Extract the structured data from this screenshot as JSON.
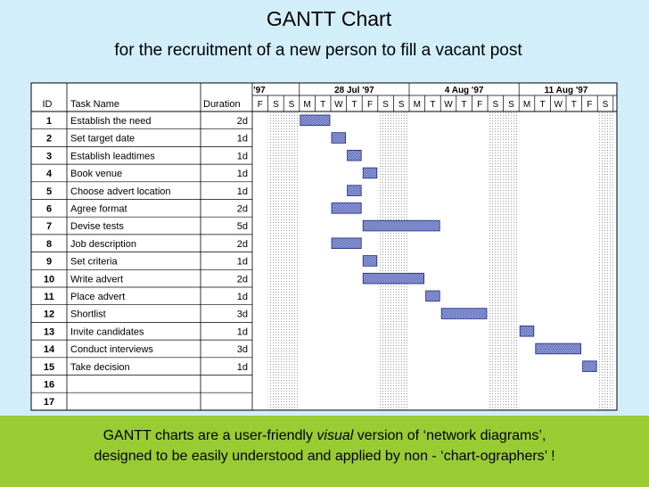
{
  "title": "GANTT Chart",
  "subtitle": "for the recruitment of a new person to fill a vacant post",
  "footer": {
    "line1_pre": "GANTT charts are a user-friendly ",
    "line1_em": "visual",
    "line1_post": " version of ‘network diagrams’,",
    "line2": "designed to be easily understood and applied by non - ‘chart-ographers’ !"
  },
  "chart_data": {
    "type": "table",
    "columns": [
      "ID",
      "Task Name",
      "Duration"
    ],
    "weeks": [
      "'97",
      "28 Jul '97",
      "4 Aug '97",
      "11 Aug '97"
    ],
    "day_labels": [
      "F",
      "S",
      "S",
      "M",
      "T",
      "W",
      "T",
      "F",
      "S",
      "S",
      "M",
      "T",
      "W",
      "T",
      "F",
      "S",
      "S",
      "M",
      "T",
      "W",
      "T",
      "F",
      "S"
    ],
    "tasks": [
      {
        "id": "1",
        "name": "Establish the need",
        "duration": "2d",
        "start": 3,
        "length": 2
      },
      {
        "id": "2",
        "name": "Set target date",
        "duration": "1d",
        "start": 5,
        "length": 1
      },
      {
        "id": "3",
        "name": "Establish leadtimes",
        "duration": "1d",
        "start": 6,
        "length": 1
      },
      {
        "id": "4",
        "name": "Book venue",
        "duration": "1d",
        "start": 7,
        "length": 1
      },
      {
        "id": "5",
        "name": "Choose advert location",
        "duration": "1d",
        "start": 6,
        "length": 1
      },
      {
        "id": "6",
        "name": "Agree format",
        "duration": "2d",
        "start": 5,
        "length": 2
      },
      {
        "id": "7",
        "name": "Devise tests",
        "duration": "5d",
        "start": 7,
        "length": 5
      },
      {
        "id": "8",
        "name": "Job description",
        "duration": "2d",
        "start": 5,
        "length": 2
      },
      {
        "id": "9",
        "name": "Set criteria",
        "duration": "1d",
        "start": 7,
        "length": 1
      },
      {
        "id": "10",
        "name": "Write advert",
        "duration": "2d",
        "start": 7,
        "length": 4
      },
      {
        "id": "11",
        "name": "Place advert",
        "duration": "1d",
        "start": 11,
        "length": 1
      },
      {
        "id": "12",
        "name": "Shortlist",
        "duration": "3d",
        "start": 12,
        "length": 3
      },
      {
        "id": "13",
        "name": "Invite candidates",
        "duration": "1d",
        "start": 17,
        "length": 1
      },
      {
        "id": "14",
        "name": "Conduct interviews",
        "duration": "3d",
        "start": 18,
        "length": 3
      },
      {
        "id": "15",
        "name": "Take decision",
        "duration": "1d",
        "start": 21,
        "length": 1
      },
      {
        "id": "16",
        "name": "",
        "duration": "",
        "start": null,
        "length": 0
      },
      {
        "id": "17",
        "name": "",
        "duration": "",
        "start": null,
        "length": 0
      }
    ],
    "weekend_shading": "dotted",
    "bar_color": "#8f9ad8",
    "grid": true
  }
}
